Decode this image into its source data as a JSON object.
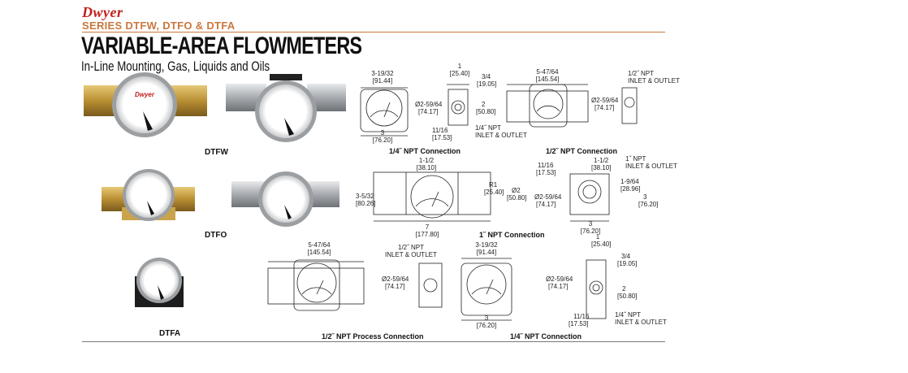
{
  "header": {
    "brand": "Dwyer",
    "series": "SERIES DTFW, DTFO & DTFA",
    "title": "VARIABLE-AREA FLOWMETERS",
    "subtitle": "In-Line Mounting, Gas, Liquids and Oils"
  },
  "models": {
    "dtfw": "DTFW",
    "dtfo": "DTFO",
    "dtfa": "DTFA"
  },
  "captions": {
    "c1": "1/4˝ NPT Connection",
    "c2": "1/2˝ NPT Connection",
    "c3": "1˝ NPT Connection",
    "c4": "1/2˝ NPT Process Connection",
    "c5": "1/4˝ NPT Connection"
  },
  "dims": {
    "d1_w": "3-19/32",
    "d1_wm": "[91.44]",
    "d1_b": "3",
    "d1_bm": "[76.20]",
    "d2_t": "1",
    "d2_tm": "[25.40]",
    "d2_a": "3/4",
    "d2_am": "[19.05]",
    "d2_dia": "Ø2-59/64",
    "d2_diam": "[74.17]",
    "d2_h": "2",
    "d2_hm": "[50.80]",
    "d2_s": "11/16",
    "d2_sm": "[17.53]",
    "d2_npt": "1/4˝ NPT",
    "d2_io": "INLET & OUTLET",
    "d3_w": "5-47/64",
    "d3_wm": "[145.54]",
    "d4_npt": "1/2˝ NPT",
    "d4_io": "INLET & OUTLET",
    "d4_dia": "Ø2-59/64",
    "d4_diam": "[74.17]",
    "d5_t": "1-1/2",
    "d5_tm": "[38.10]",
    "d5_r": "R1",
    "d5_rm": "[25.40]",
    "d5_h": "3-5/32",
    "d5_hm": "[80.26]",
    "d5_d": "Ø2",
    "d5_dm": "[50.80]",
    "d5_b": "7",
    "d5_bm": "[177.80]",
    "d6_s": "11/16",
    "d6_sm": "[17.53]",
    "d6_t": "1-1/2",
    "d6_tm": "[38.10]",
    "d6_npt": "1˝ NPT",
    "d6_io": "INLET & OUTLET",
    "d6_r": "1-9/64",
    "d6_rm": "[28.96]",
    "d6_dia": "Ø2-59/64",
    "d6_diam": "[74.17]",
    "d6_h": "3",
    "d6_hm": "[76.20]",
    "d6_b": "3",
    "d6_bm": "[76.20]",
    "d7_w": "5-47/64",
    "d7_wm": "[145.54]",
    "d7_npt": "1/2˝ NPT",
    "d7_io": "INLET & OUTLET",
    "d7_dia": "Ø2-59/64",
    "d7_diam": "[74.17]",
    "d8_w": "3-19/32",
    "d8_wm": "[91.44]",
    "d8_b": "3",
    "d8_bm": "[76.20]",
    "d9_t": "1",
    "d9_tm": "[25.40]",
    "d9_a": "3/4",
    "d9_am": "[19.05]",
    "d9_dia": "Ø2-59/64",
    "d9_diam": "[74.17]",
    "d9_h": "2",
    "d9_hm": "[50.80]",
    "d9_s": "11/16",
    "d9_sm": "[17.53]",
    "d9_npt": "1/4˝ NPT",
    "d9_io": "INLET & OUTLET"
  },
  "colors": {
    "brand": "#c0201c",
    "series": "#c9783e",
    "brass": "#c9a44a",
    "steel": "#b9bcbf"
  }
}
